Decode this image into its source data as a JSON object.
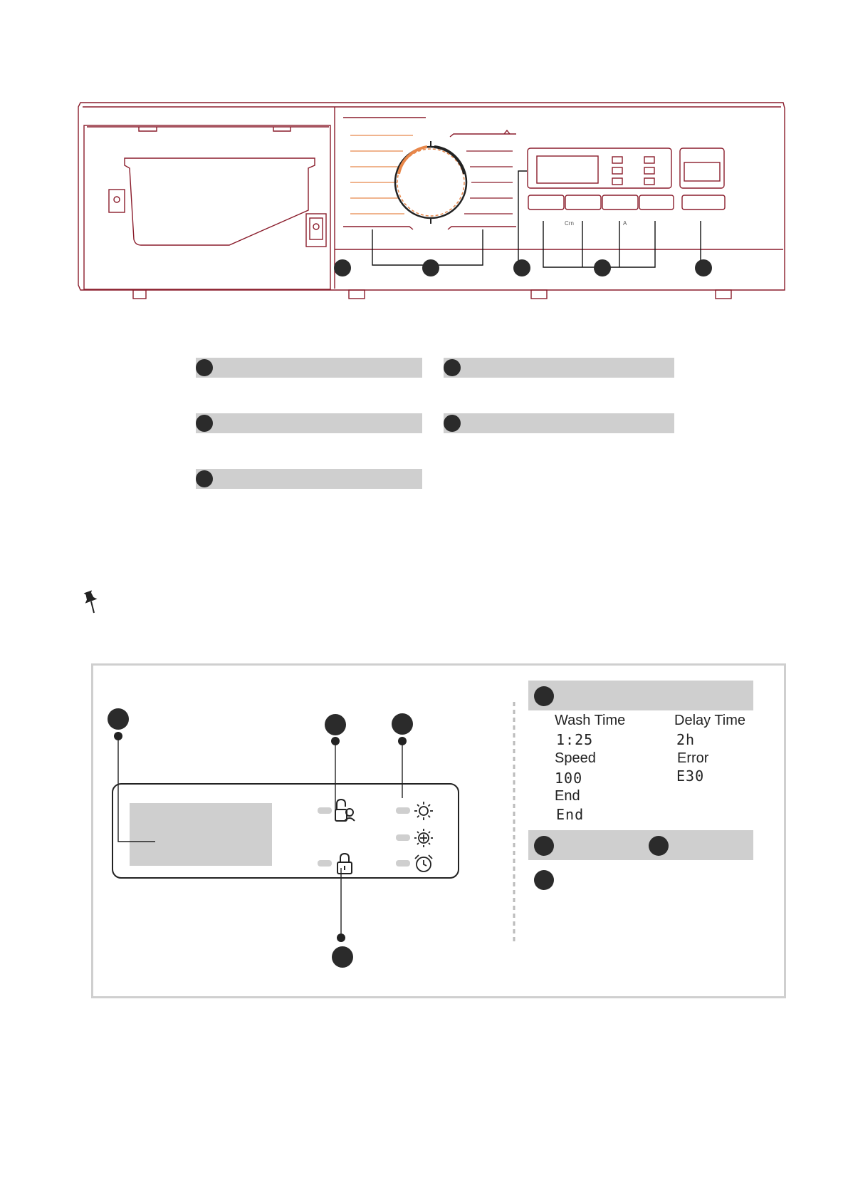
{
  "control_panel": {
    "buttons_label_1": "Crn",
    "buttons_label_2": "A",
    "colors": {
      "outline": "#8a1c2b",
      "accent": "#e8874a"
    }
  },
  "legend_rows": [
    {
      "label": ""
    },
    {
      "label": ""
    },
    {
      "label": ""
    },
    {
      "label": ""
    },
    {
      "label": ""
    }
  ],
  "tip_icon": "pushpin-icon",
  "display_detail": {
    "icons": [
      "child-lock-icon",
      "sun-icon",
      "sun-plus-icon",
      "lock-icon",
      "alarm-clock-icon"
    ],
    "readouts": {
      "wash_time_label": "Wash Time",
      "wash_time_value": "1:25",
      "delay_time_label": "Delay Time",
      "delay_time_value": "2h",
      "speed_label": "Speed",
      "speed_value": "100",
      "error_label": "Error",
      "error_value": "E30",
      "end_label": "End",
      "end_value": "End"
    }
  }
}
